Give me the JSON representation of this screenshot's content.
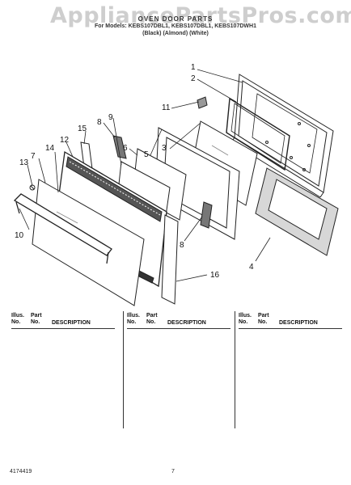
{
  "watermark": {
    "text": "AppliancePartsPros.com"
  },
  "header": {
    "title": "OVEN DOOR PARTS",
    "models": "For Models: KEBS107DBL1, KEBS107DBL1, KEBS107DWH1",
    "finishes": "(Black)          (Almond)          (White)"
  },
  "diagram": {
    "callouts": [
      "1",
      "2",
      "3",
      "4",
      "5",
      "6",
      "7",
      "8",
      "9",
      "10",
      "11",
      "12",
      "13",
      "14",
      "15",
      "16",
      "8"
    ]
  },
  "parts_table": {
    "columns": [
      {
        "ill_label": "Illus. No.",
        "part_label": "Part No.",
        "desc_label": "DESCRIPTION"
      },
      {
        "ill_label": "Illus. No.",
        "part_label": "Part No.",
        "desc_label": "DESCRIPTION"
      },
      {
        "ill_label": "Illus. No.",
        "part_label": "Part No.",
        "desc_label": "DESCRIPTION"
      }
    ]
  },
  "footer": {
    "doc_number": "4174419",
    "page_number": "7"
  }
}
